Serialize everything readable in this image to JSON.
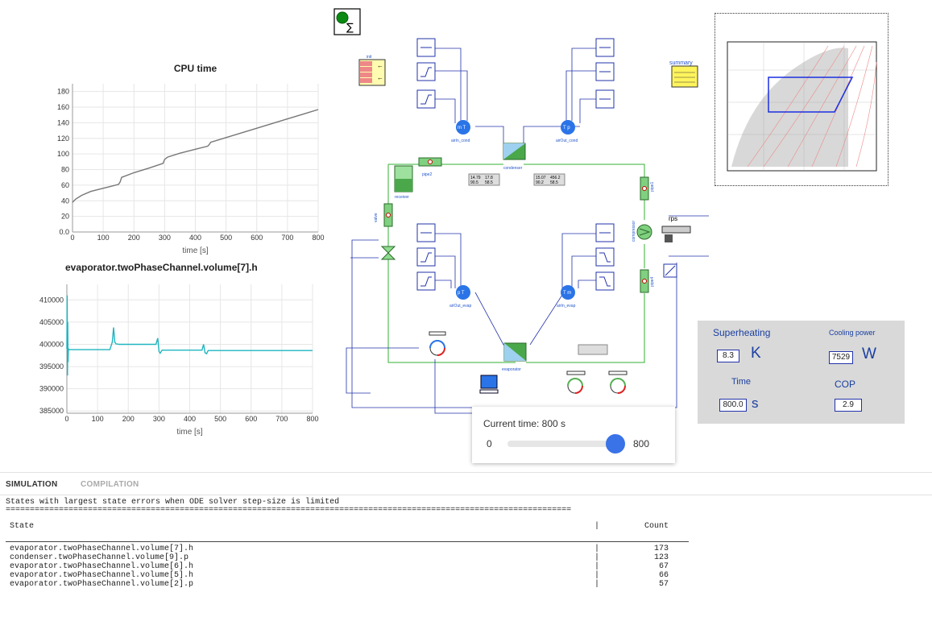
{
  "cpu_chart": {
    "title": "CPU time",
    "xlabel": "time [s]",
    "ylabel": "",
    "x_ticks": [
      "0",
      "100",
      "200",
      "300",
      "400",
      "500",
      "600",
      "700",
      "800"
    ],
    "y_ticks": [
      "0.0",
      "20",
      "40",
      "60",
      "80",
      "100",
      "120",
      "140",
      "160",
      "180"
    ],
    "color": "#777777"
  },
  "enthalpy_chart": {
    "title": "evaporator.twoPhaseChannel.volume[7].h",
    "xlabel": "time [s]",
    "x_ticks": [
      "0",
      "100",
      "200",
      "300",
      "400",
      "500",
      "600",
      "700",
      "800"
    ],
    "y_ticks": [
      "385000",
      "390000",
      "395000",
      "400000",
      "405000",
      "410000"
    ],
    "color": "#1fb5c0"
  },
  "chart_data": [
    {
      "type": "line",
      "title": "CPU time",
      "xlabel": "time [s]",
      "ylabel": "",
      "xlim": [
        0,
        800
      ],
      "ylim": [
        0,
        190
      ],
      "grid": true,
      "series": [
        {
          "x": [
            0,
            10,
            30,
            60,
            90,
            120,
            150,
            155,
            160,
            200,
            250,
            295,
            300,
            310,
            350,
            400,
            440,
            445,
            450,
            500,
            600,
            700,
            800
          ],
          "values": [
            38,
            42,
            47,
            52,
            55,
            58,
            61,
            64,
            70,
            76,
            82,
            88,
            93,
            96,
            101,
            106,
            110,
            112,
            115,
            121,
            133,
            145,
            157
          ]
        }
      ]
    },
    {
      "type": "line",
      "title": "evaporator.twoPhaseChannel.volume[7].h",
      "xlabel": "time [s]",
      "ylabel": "",
      "xlim": [
        0,
        800
      ],
      "ylim": [
        384500,
        413500
      ],
      "grid": true,
      "series": [
        {
          "x": [
            0,
            1,
            2,
            3,
            4,
            5,
            8,
            20,
            100,
            140,
            148,
            152,
            156,
            160,
            170,
            200,
            290,
            296,
            300,
            304,
            310,
            320,
            440,
            445,
            450,
            455,
            460,
            500,
            800
          ],
          "values": [
            399000,
            411000,
            393000,
            405000,
            396000,
            399000,
            398800,
            398800,
            398800,
            398800,
            400500,
            403800,
            400500,
            400100,
            400000,
            400000,
            400000,
            401400,
            398400,
            398000,
            398700,
            398700,
            398700,
            400000,
            398100,
            397900,
            398600,
            398600,
            398600
          ]
        }
      ]
    }
  ],
  "diagram": {
    "labels": {
      "init": "init",
      "summary": "summary",
      "pipe2": "pipe2",
      "condenser": "condenser",
      "receiver": "receiver",
      "valve": "valve",
      "compressor": "compressor",
      "pipe1": "pipe1",
      "pipe4": "pipe4",
      "airfn_cond": "airIn_cond",
      "airout_cond": "airOut_cond",
      "airout_evap": "airOut_evap",
      "airfn_evap": "airIn_evap",
      "evaporator": "evaporator",
      "rps": "rps",
      "mt1": "m T",
      "tp1": "T p",
      "pt2": "p T",
      "tm2": "T m",
      "disp1a": "14.79",
      "disp1b": "17.8",
      "disp1c": "90.5",
      "disp1d": "58.5",
      "disp2a": "15.07",
      "disp2b": "456.2",
      "disp2c": "90.2",
      "disp2d": "58.5"
    }
  },
  "summary_panel": {
    "superheating_label": "Superheating",
    "superheating_value": "8.3",
    "superheating_unit": "K",
    "cooling_label": "Cooling power",
    "cooling_value": "7529",
    "cooling_unit": "W",
    "time_label": "Time",
    "time_value": "800.0",
    "time_unit": "s",
    "cop_label": "COP",
    "cop_value": "2.9"
  },
  "time_slider": {
    "label": "Current time: 800 s",
    "min_label": "0",
    "max_label": "800",
    "value_fraction": 1.0
  },
  "tabs": {
    "simulation": "SIMULATION",
    "compilation": "COMPILATION"
  },
  "log": {
    "heading": "States with largest state errors when ODE solver step-size is limited",
    "separator": "=====================================================================================================================",
    "col_state": "State",
    "col_count": "Count",
    "rows": [
      {
        "state": "evaporator.twoPhaseChannel.volume[7].h",
        "count": "173"
      },
      {
        "state": "condenser.twoPhaseChannel.volume[9].p",
        "count": "123"
      },
      {
        "state": "evaporator.twoPhaseChannel.volume[6].h",
        "count": "67"
      },
      {
        "state": "evaporator.twoPhaseChannel.volume[5].h",
        "count": "66"
      },
      {
        "state": "evaporator.twoPhaseChannel.volume[2].p",
        "count": "57"
      }
    ]
  }
}
